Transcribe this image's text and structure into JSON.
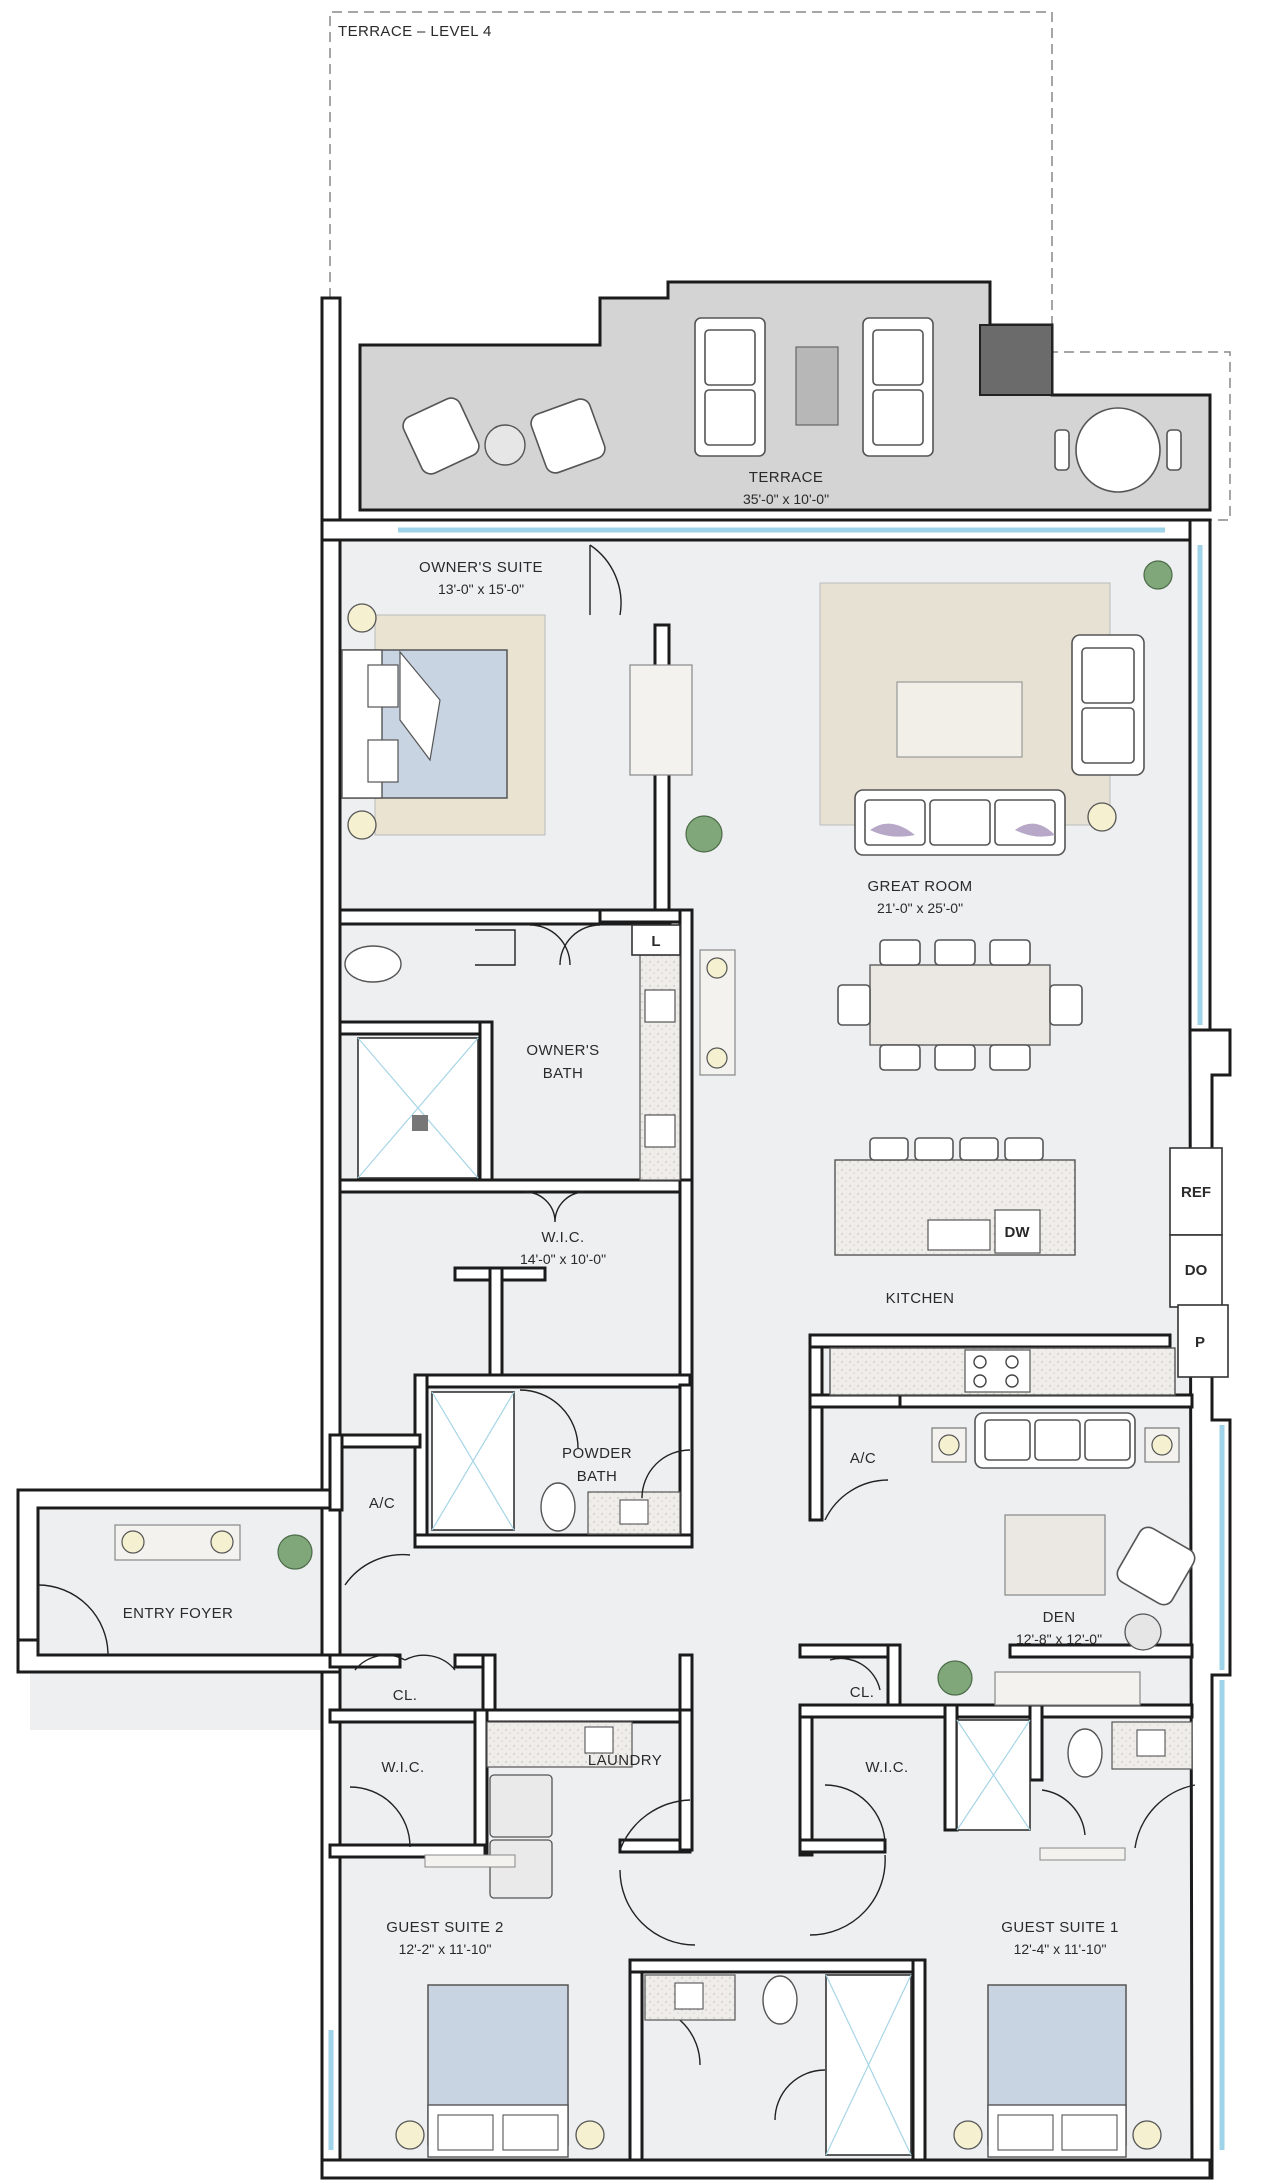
{
  "plan": {
    "terrace_level_label": "TERRACE – LEVEL 4",
    "rooms": {
      "terrace": {
        "name": "TERRACE",
        "size": "35'-0\" x 10'-0\""
      },
      "owners_suite": {
        "name": "OWNER'S SUITE",
        "size": "13'-0\" x 15'-0\""
      },
      "great_room": {
        "name": "GREAT ROOM",
        "size": "21'-0\" x 25'-0\""
      },
      "owners_bath": {
        "line1": "OWNER'S",
        "line2": "BATH"
      },
      "wic_owner": {
        "name": "W.I.C.",
        "size": "14'-0\" x 10'-0\""
      },
      "kitchen": {
        "name": "KITCHEN"
      },
      "powder_bath": {
        "line1": "POWDER",
        "line2": "BATH"
      },
      "ac_left": {
        "name": "A/C"
      },
      "ac_right": {
        "name": "A/C"
      },
      "entry_foyer": {
        "name": "ENTRY FOYER"
      },
      "den": {
        "name": "DEN",
        "size": "12'-8\" x 12'-0\""
      },
      "closet_left": {
        "name": "CL."
      },
      "closet_right": {
        "name": "CL."
      },
      "laundry": {
        "name": "LAUNDRY"
      },
      "wic_guest2": {
        "name": "W.I.C."
      },
      "wic_guest1": {
        "name": "W.I.C."
      },
      "guest_suite_2": {
        "name": "GUEST SUITE 2",
        "size": "12'-2\" x 11'-10\""
      },
      "guest_suite_1": {
        "name": "GUEST SUITE 1",
        "size": "12'-4\" x 11'-10\""
      }
    },
    "appliances": {
      "ref": "REF",
      "do": "DO",
      "pantry": "P",
      "dw": "DW",
      "linen": "L"
    }
  }
}
